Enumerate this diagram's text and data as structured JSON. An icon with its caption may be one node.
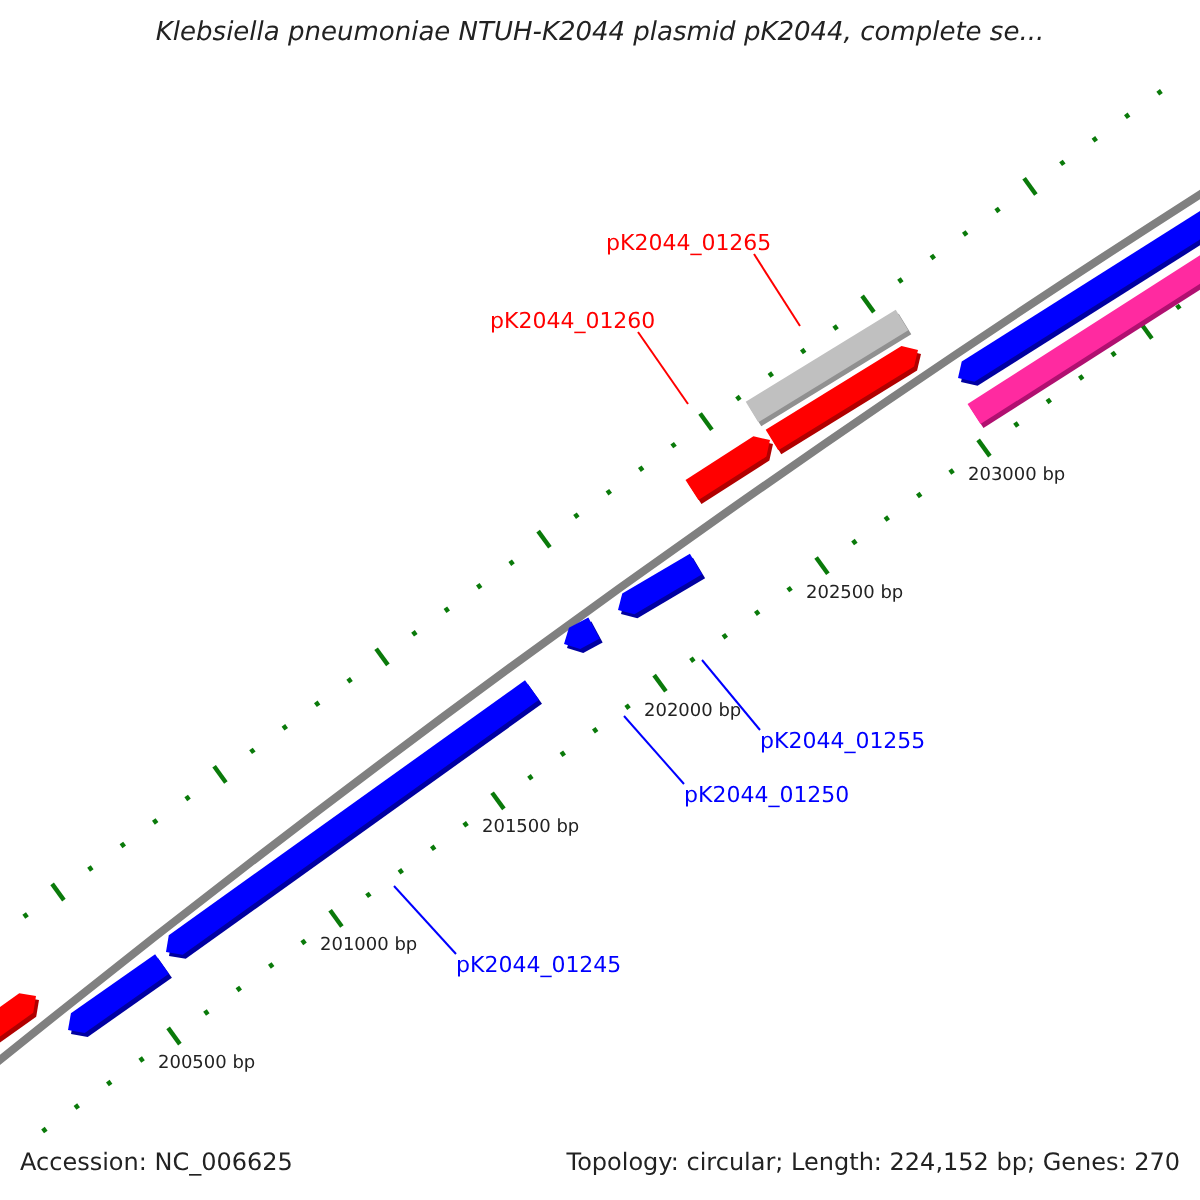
{
  "diagram": {
    "title": "Klebsiella pneumoniae NTUH-K2044 plasmid pK2044, complete se...",
    "nodes": [
      {
        "text": [
          "pK2044_01265"
        ]
      },
      {
        "text": [
          "pK2044_01260"
        ]
      },
      {
        "text": [
          "pK2044_01255"
        ]
      },
      {
        "text": [
          "pK2044_01250"
        ]
      },
      {
        "text": [
          "pK2044_01245"
        ]
      }
    ],
    "edges": [
      {
        "from": 0,
        "to": null,
        "arrow": "none",
        "color": "#ff0000"
      },
      {
        "from": 1,
        "to": null,
        "arrow": "none",
        "color": "#ff0000"
      },
      {
        "from": 2,
        "to": null,
        "arrow": "none"
      },
      {
        "from": 3,
        "to": null,
        "arrow": "none"
      },
      {
        "from": 4,
        "to": null,
        "arrow": "none"
      }
    ],
    "labels": [
      "203000 bp",
      "202500 bp",
      "202000 bp",
      "201500 bp",
      "201000 bp",
      "200500 bp",
      "Accession: NC_006625",
      "Topology: circular; Length: 224,152 bp; Genes: 270"
    ]
  }
}
